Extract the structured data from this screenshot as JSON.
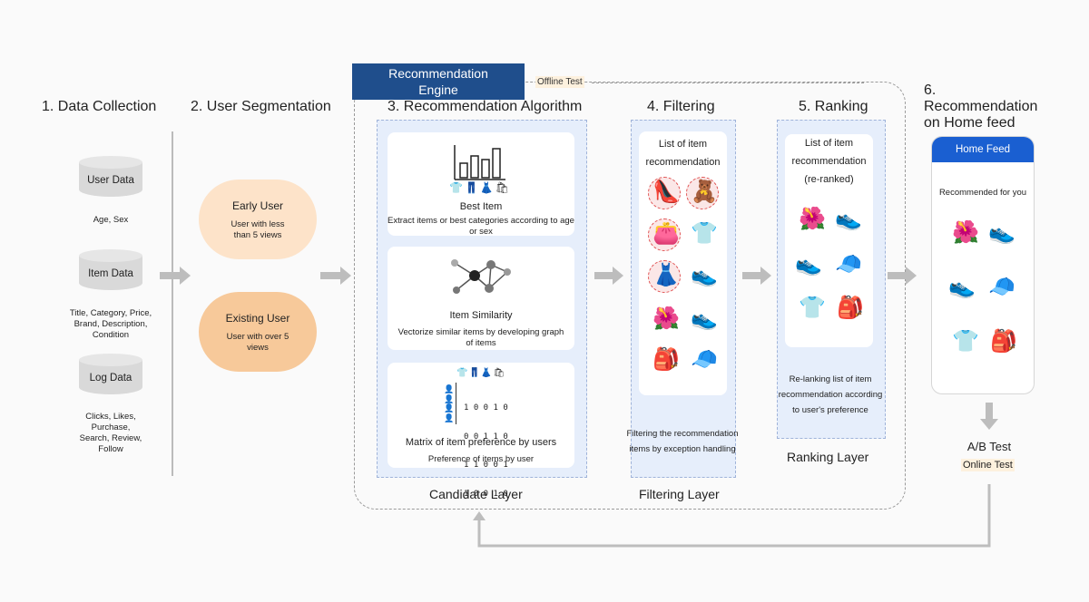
{
  "engine": {
    "title": "Recommendation Engine",
    "offline_label": "Offline Test"
  },
  "steps": {
    "s1": "1. Data Collection",
    "s2": "2. User Segmentation",
    "s3": "3. Recommendation Algorithm",
    "s4": "4. Filtering",
    "s5": "5. Ranking",
    "s6_line1": "6.",
    "s6_line2": "Recommendation",
    "s6_line3": "on Home feed"
  },
  "data_collection": {
    "user": {
      "label": "User Data",
      "desc": "Age, Sex"
    },
    "item": {
      "label": "Item Data",
      "desc_lines": [
        "Title, Category, Price,",
        "Brand, Description,",
        "Condition"
      ]
    },
    "log": {
      "label": "Log Data",
      "desc_lines": [
        "Clicks, Likes,",
        "Purchase,",
        "Search, Review,",
        "Follow"
      ]
    }
  },
  "segmentation": {
    "early": {
      "title": "Early User",
      "desc_lines": [
        "User with less",
        "than 5 views"
      ]
    },
    "existing": {
      "title": "Existing User",
      "desc_lines": [
        "User with over 5",
        "views"
      ]
    }
  },
  "algorithm": {
    "best": {
      "title": "Best Item",
      "desc_lines": [
        "Extract items or best categories according to age",
        "or sex"
      ]
    },
    "similarity": {
      "title": "Item Similarity",
      "desc_lines": [
        "Vectorize similar items by developing graph",
        "of items"
      ]
    },
    "matrix": {
      "title": "Matrix of item preference by users",
      "desc": "Preference of items by user",
      "rows": [
        "1 0 0 1 0",
        "0 0 1 1 0",
        "1 1 0 0 1",
        "1 0 0 1 0"
      ]
    }
  },
  "filtering": {
    "list_title_lines": [
      "List of item",
      "recommendation"
    ],
    "desc_lines": [
      "Filtering the recommendation",
      "items by exception handling"
    ],
    "layer": "Filtering Layer"
  },
  "ranking": {
    "list_title_lines": [
      "List of item",
      "recommendation",
      "(re-ranked)"
    ],
    "desc_lines": [
      "Re-lanking list of item",
      "recommendation according",
      "to user's preference"
    ],
    "layer": "Ranking Layer"
  },
  "candidate_layer": "Candidate Layer",
  "home_feed": {
    "header": "Home Feed",
    "subtitle": "Recommended for you"
  },
  "ab_test": {
    "title": "A/B Test",
    "online_label": "Online Test"
  },
  "colors": {
    "engine_blue": "#1f4e8c",
    "early": "#fde3c9",
    "existing": "#f7c99a",
    "panel": "#e6eefb",
    "feed_blue": "#1a5fd1",
    "arrow": "#bdbdbd"
  }
}
